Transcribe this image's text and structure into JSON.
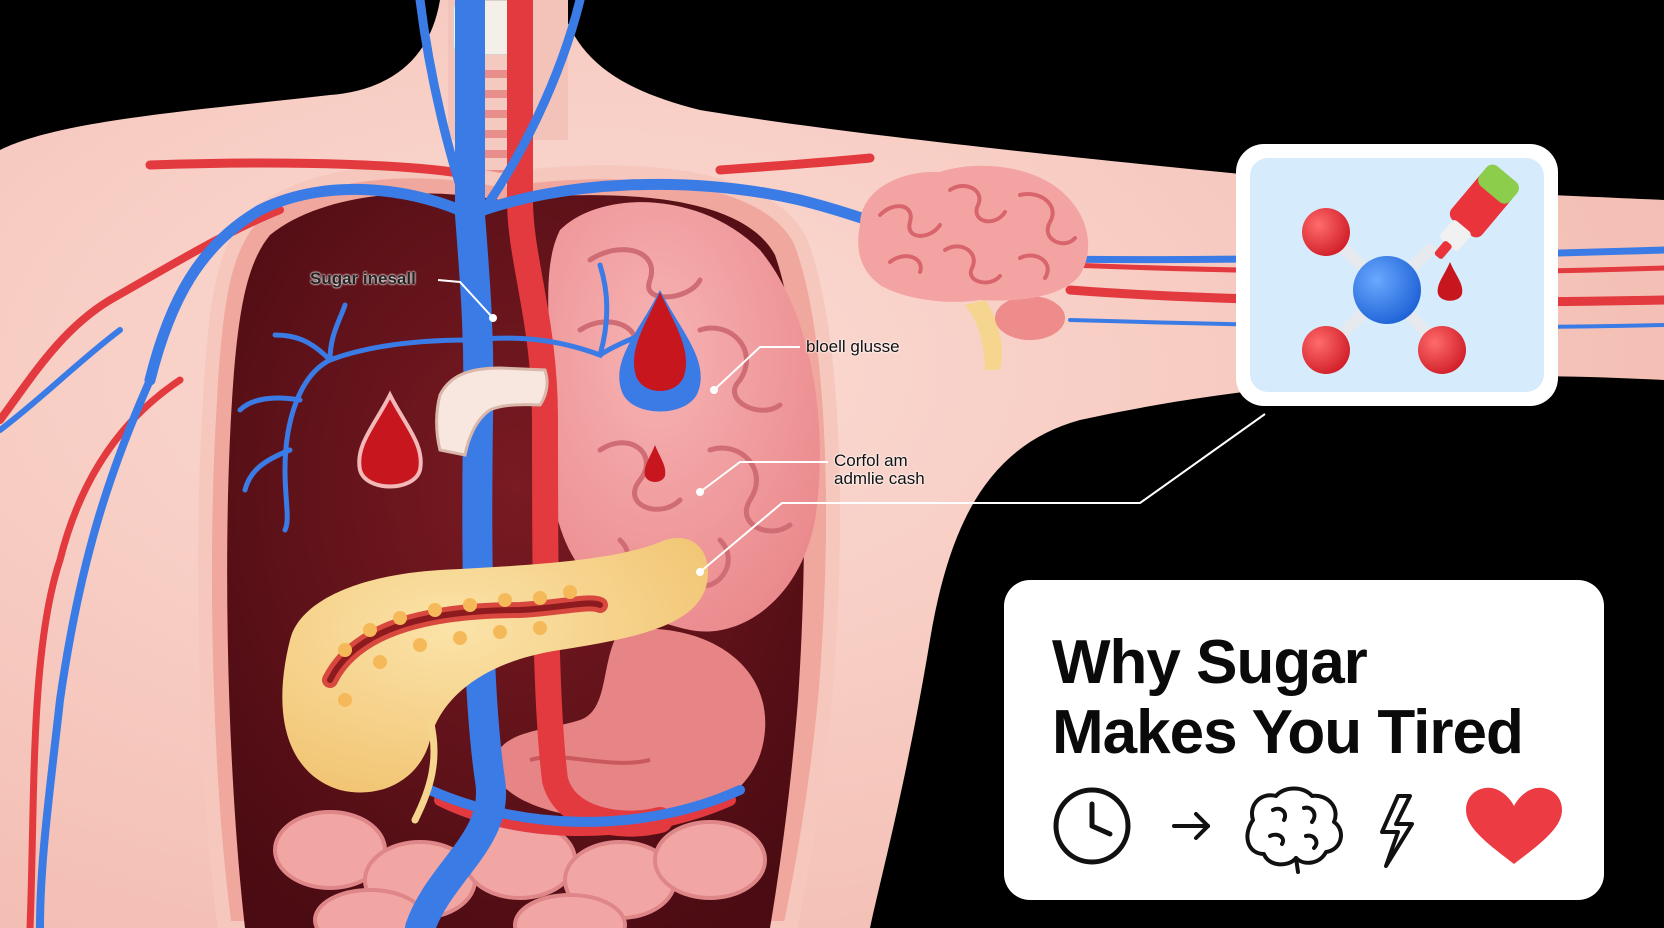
{
  "title": {
    "line1": "Why Sugar",
    "line2": "Makes You Tired"
  },
  "labels": {
    "sugar": "Sugar inesall",
    "blood": "bloell glusse",
    "cortisol_line1": "Corfol am",
    "cortisol_line2": "admlie cash"
  },
  "icons": [
    "clock-icon",
    "arrow-right-icon",
    "brain-icon",
    "lightning-icon",
    "heart-icon"
  ],
  "colors": {
    "background": "#000000",
    "skin": "#f7cdc4",
    "vein": "#3b7be6",
    "artery": "#e23a3e",
    "organ_pink": "#f0979a",
    "pancreas": "#f6d58e",
    "blood_drop": "#c8161f",
    "molecule_panel": "#d6ebfb"
  }
}
